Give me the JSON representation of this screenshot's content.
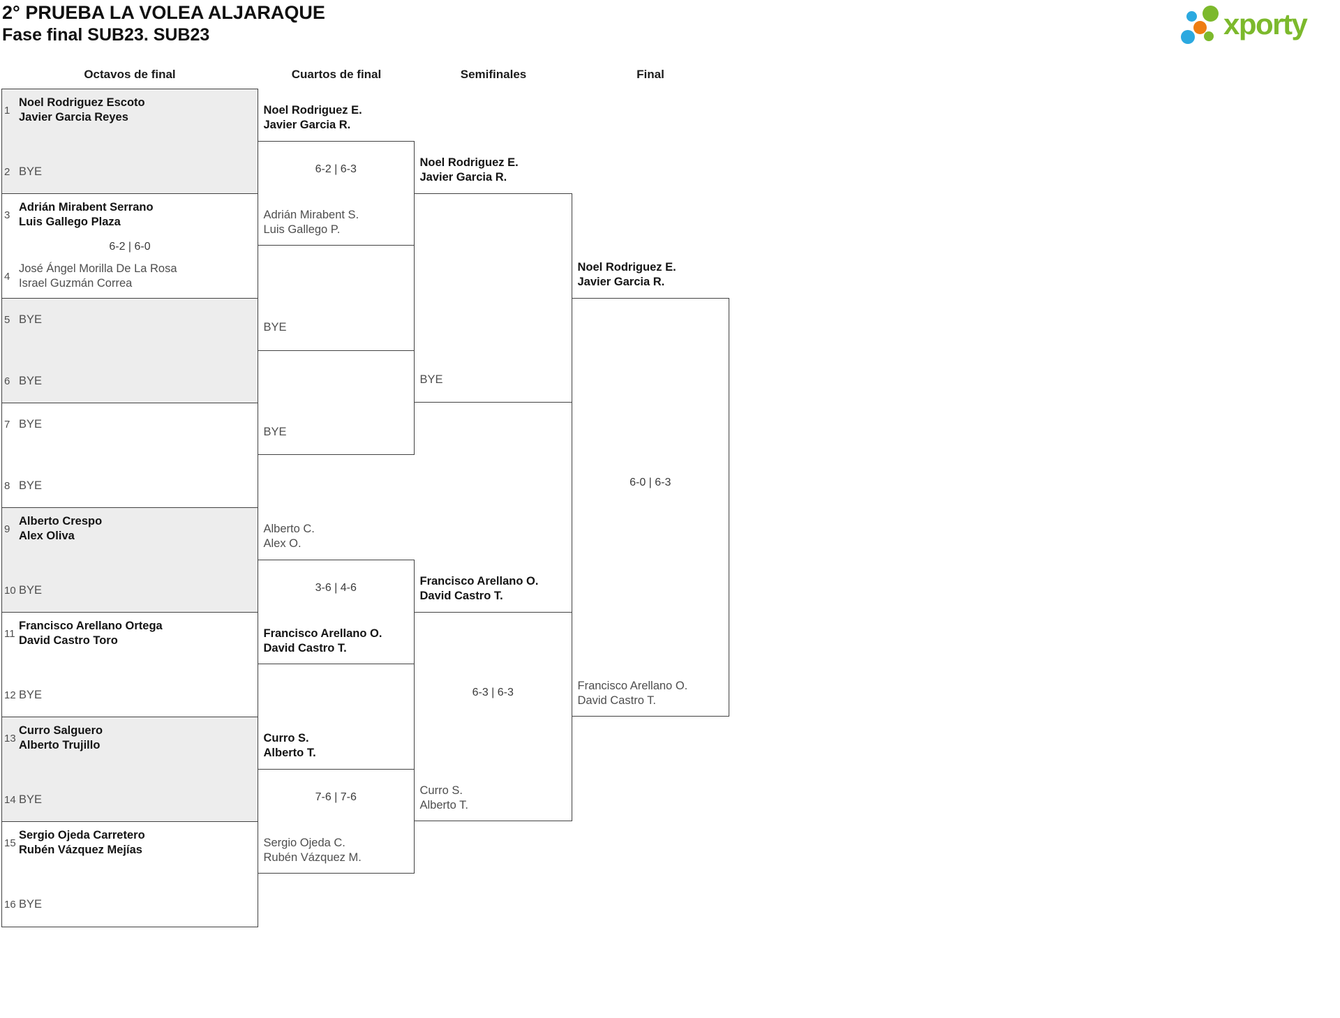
{
  "header": {
    "title": "2° PRUEBA LA VOLEA ALJARAQUE",
    "subtitle": "Fase final SUB23. SUB23"
  },
  "logo": {
    "wordmark": "xporty",
    "green": "#7cb92c",
    "blue": "#2ba9e0",
    "orange": "#ee7d11"
  },
  "rounds": [
    {
      "label": "Octavos de final"
    },
    {
      "label": "Cuartos de final"
    },
    {
      "label": "Semifinales"
    },
    {
      "label": "Final"
    }
  ],
  "bracket": {
    "octavos": [
      {
        "shaded": true,
        "score": "",
        "top": {
          "seed": "1",
          "lines": [
            "Noel Rodriguez Escoto",
            "Javier Garcia Reyes"
          ],
          "winner": true
        },
        "bottom": {
          "seed": "2",
          "lines": [
            "BYE"
          ],
          "winner": false
        }
      },
      {
        "shaded": false,
        "score": "6-2 | 6-0",
        "top": {
          "seed": "3",
          "lines": [
            "Adrián Mirabent Serrano",
            "Luis Gallego Plaza"
          ],
          "winner": true
        },
        "bottom": {
          "seed": "4",
          "lines": [
            "José Ángel Morilla De La Rosa",
            "Israel Guzmán Correa"
          ],
          "winner": false
        }
      },
      {
        "shaded": true,
        "score": "",
        "top": {
          "seed": "5",
          "lines": [
            "BYE"
          ],
          "winner": false
        },
        "bottom": {
          "seed": "6",
          "lines": [
            "BYE"
          ],
          "winner": false
        }
      },
      {
        "shaded": false,
        "score": "",
        "top": {
          "seed": "7",
          "lines": [
            "BYE"
          ],
          "winner": false
        },
        "bottom": {
          "seed": "8",
          "lines": [
            "BYE"
          ],
          "winner": false
        }
      },
      {
        "shaded": true,
        "score": "",
        "top": {
          "seed": "9",
          "lines": [
            "Alberto Crespo",
            "Alex Oliva"
          ],
          "winner": true
        },
        "bottom": {
          "seed": "10",
          "lines": [
            "BYE"
          ],
          "winner": false
        }
      },
      {
        "shaded": false,
        "score": "",
        "top": {
          "seed": "11",
          "lines": [
            "Francisco Arellano Ortega",
            "David Castro Toro"
          ],
          "winner": true
        },
        "bottom": {
          "seed": "12",
          "lines": [
            "BYE"
          ],
          "winner": false
        }
      },
      {
        "shaded": true,
        "score": "",
        "top": {
          "seed": "13",
          "lines": [
            "Curro Salguero",
            "Alberto Trujillo"
          ],
          "winner": true
        },
        "bottom": {
          "seed": "14",
          "lines": [
            "BYE"
          ],
          "winner": false
        }
      },
      {
        "shaded": false,
        "score": "",
        "top": {
          "seed": "15",
          "lines": [
            "Sergio Ojeda Carretero",
            "Rubén Vázquez Mejías"
          ],
          "winner": true
        },
        "bottom": {
          "seed": "16",
          "lines": [
            "BYE"
          ],
          "winner": false
        }
      }
    ],
    "cuartos": [
      {
        "score": "6-2 | 6-3",
        "top": {
          "lines": [
            "Noel Rodriguez E.",
            "Javier Garcia R."
          ],
          "winner": true
        },
        "bottom": {
          "lines": [
            "Adrián Mirabent S.",
            "Luis Gallego P."
          ],
          "winner": false
        }
      },
      {
        "score": "",
        "top": {
          "lines": [
            "BYE"
          ],
          "winner": false
        },
        "bottom": {
          "lines": [
            "BYE"
          ],
          "winner": false
        }
      },
      {
        "score": "3-6 | 4-6",
        "top": {
          "lines": [
            "Alberto C.",
            "Alex O."
          ],
          "winner": false
        },
        "bottom": {
          "lines": [
            "Francisco Arellano O.",
            "David Castro T."
          ],
          "winner": true
        }
      },
      {
        "score": "7-6 | 7-6",
        "top": {
          "lines": [
            "Curro S.",
            "Alberto T."
          ],
          "winner": true
        },
        "bottom": {
          "lines": [
            "Sergio Ojeda C.",
            "Rubén Vázquez M."
          ],
          "winner": false
        }
      }
    ],
    "semifinales": [
      {
        "score": "",
        "top": {
          "lines": [
            "Noel Rodriguez E.",
            "Javier Garcia R."
          ],
          "winner": true
        },
        "bottom": {
          "lines": [
            "BYE"
          ],
          "winner": false
        }
      },
      {
        "score": "6-3 | 6-3",
        "top": {
          "lines": [
            "Francisco Arellano O.",
            "David Castro T."
          ],
          "winner": true
        },
        "bottom": {
          "lines": [
            "Curro S.",
            "Alberto T."
          ],
          "winner": false
        }
      }
    ],
    "final": [
      {
        "score": "6-0 | 6-3",
        "top": {
          "lines": [
            "Noel Rodriguez E.",
            "Javier Garcia R."
          ],
          "winner": true
        },
        "bottom": {
          "lines": [
            "Francisco Arellano O.",
            "David Castro T."
          ],
          "winner": false
        }
      }
    ]
  }
}
